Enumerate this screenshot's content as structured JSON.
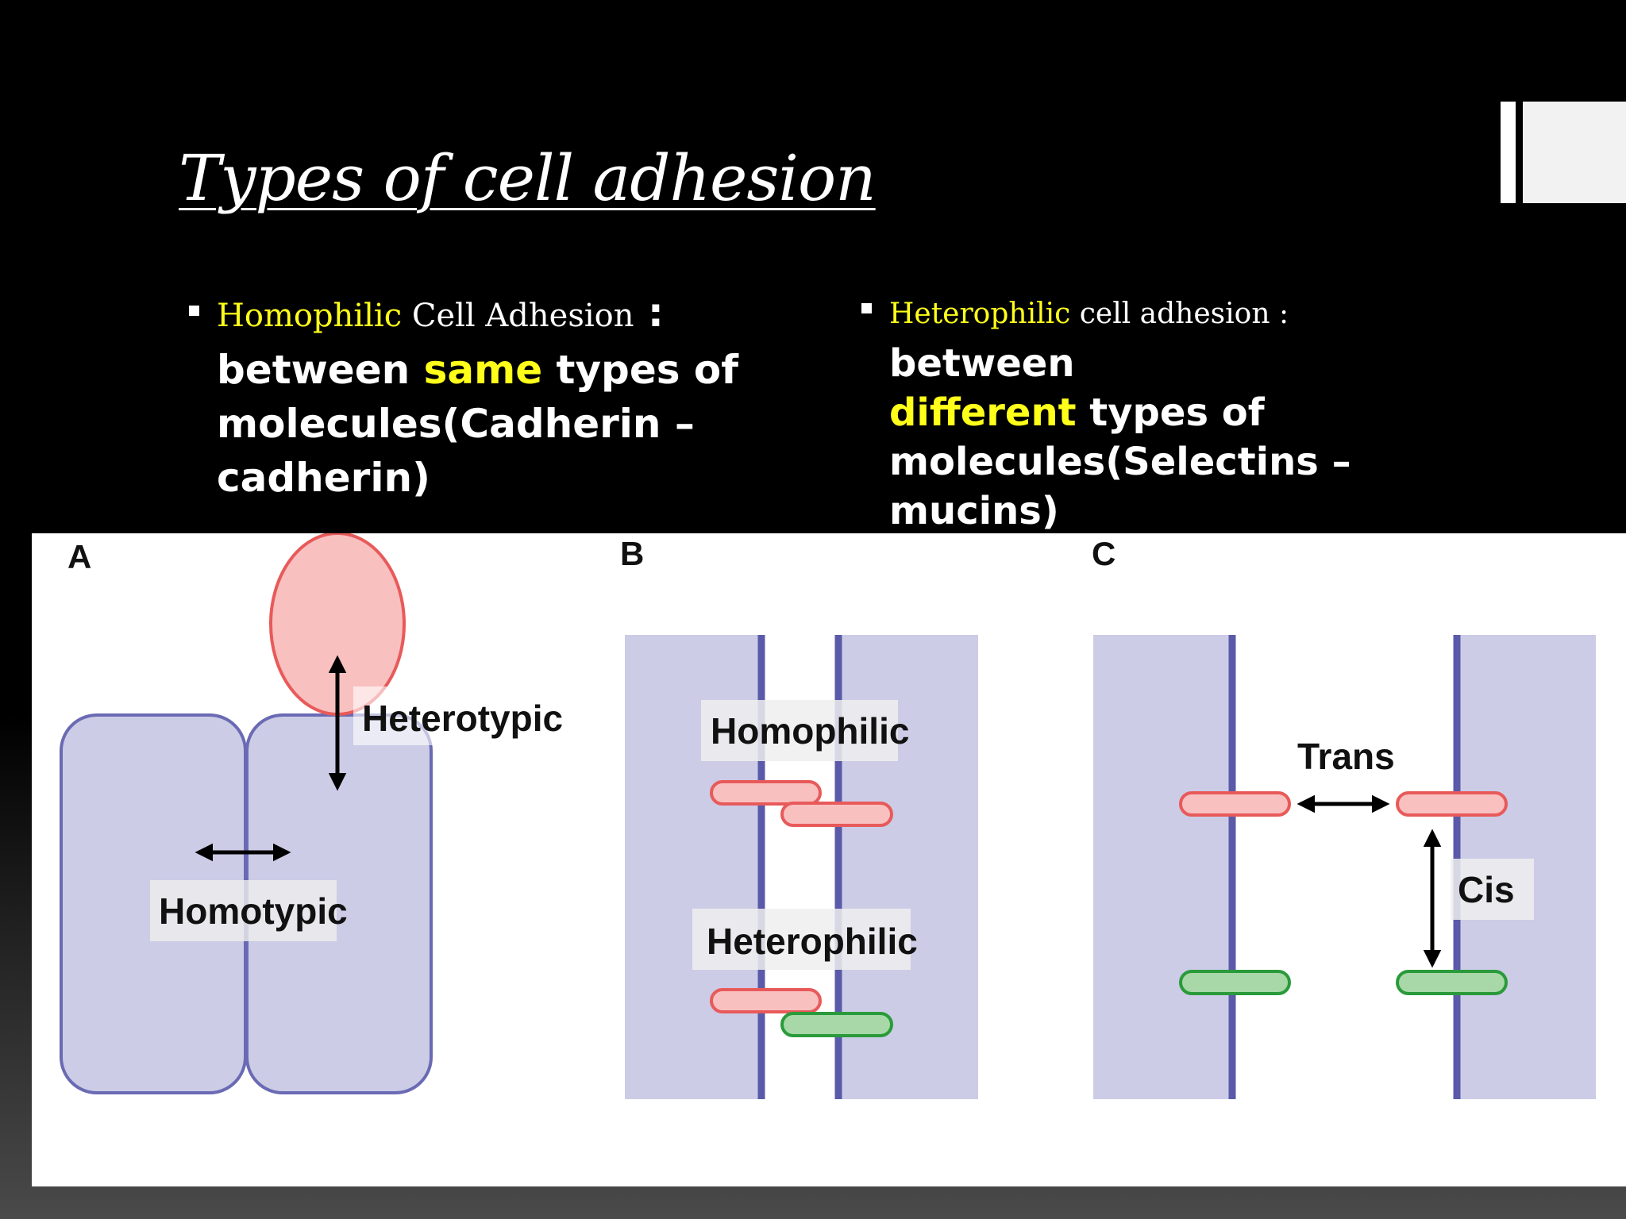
{
  "slide": {
    "title": "Types of cell adhesion",
    "left_bullet": {
      "term": "Homophilic",
      "lead": " Cell Adhesion",
      "colon": " :",
      "line1a": "between ",
      "line1b": "same",
      "line1c": " types of",
      "line2": "molecules(Cadherin –",
      "line3": "cadherin)"
    },
    "right_bullet": {
      "term": "Heterophilic",
      "lead": " cell adhesion : ",
      "line1": "between",
      "line2a": "different",
      "line2b": " types of",
      "line3": "molecules(Selectins –",
      "line4": "mucins)"
    }
  },
  "diagram": {
    "panel_a": {
      "letter": "A",
      "heterotypic": "Heterotypic",
      "homotypic": "Homotypic"
    },
    "panel_b": {
      "letter": "B",
      "homophilic": "Homophilic",
      "heterophilic": "Heterophilic"
    },
    "panel_c": {
      "letter": "C",
      "trans": "Trans",
      "cis": "Cis"
    },
    "colors": {
      "cell_fill": "#cccce6",
      "cell_stroke": "#6a6ab4",
      "membrane": "#5a5aa8",
      "red_fill": "#f9c0c0",
      "red_stroke": "#e85a5a",
      "green_fill": "#a8d8a8",
      "green_stroke": "#2a9a3a"
    }
  }
}
